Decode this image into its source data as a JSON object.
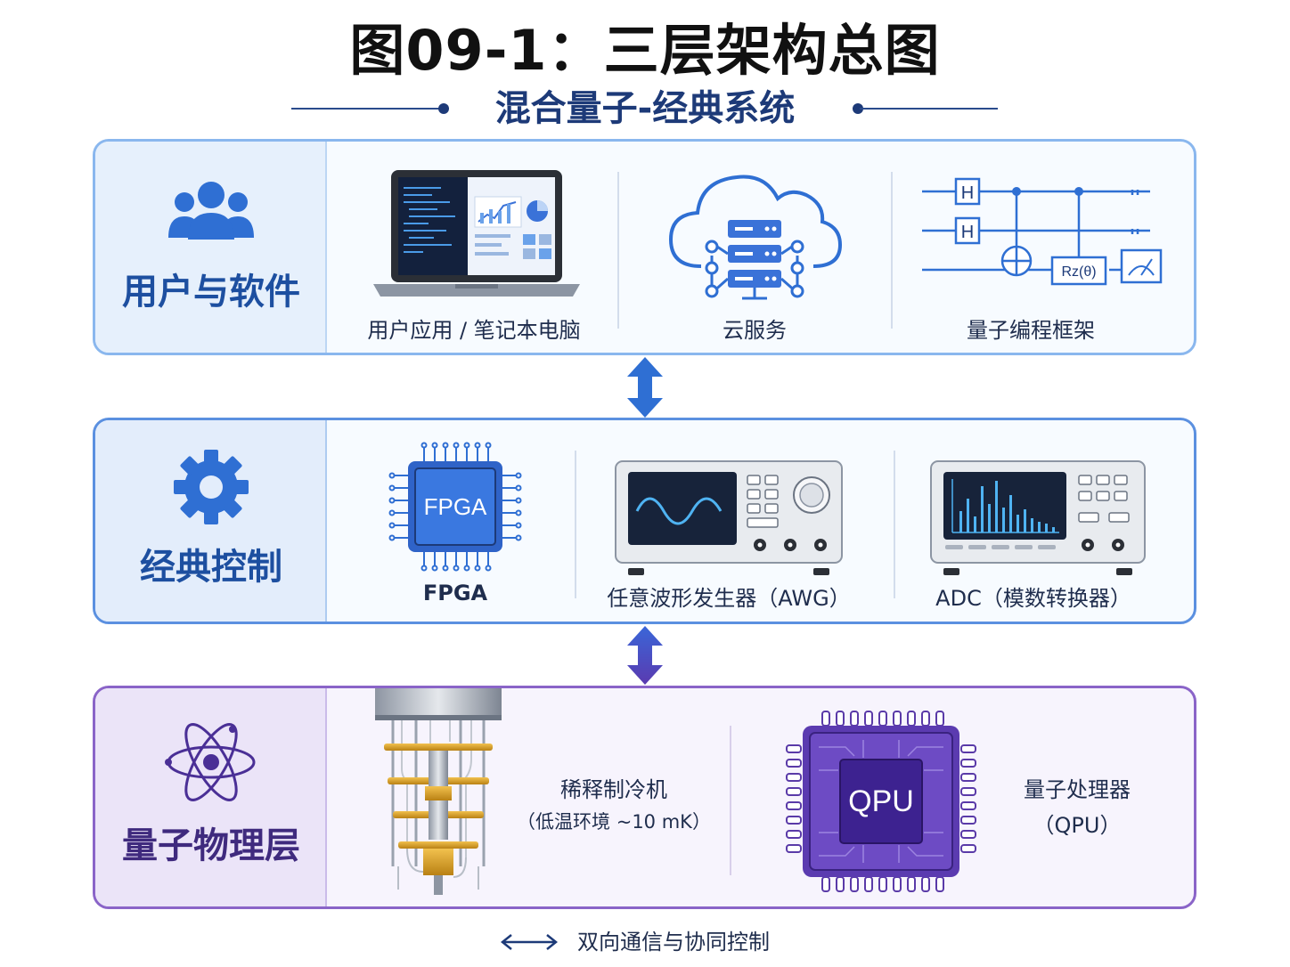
{
  "title": "图09-1：三层架构总图",
  "subtitle": "混合量子-经典系统",
  "layers": {
    "user": {
      "label": "用户与软件",
      "items": [
        {
          "caption": "用户应用 / 笔记本电脑",
          "icon": "laptop-icon"
        },
        {
          "caption": "云服务",
          "icon": "cloud-server-icon"
        },
        {
          "caption": "量子编程框架",
          "icon": "quantum-circuit-icon",
          "gates": {
            "h1": "H",
            "h2": "H",
            "rz": "Rz(θ)"
          }
        }
      ]
    },
    "control": {
      "label": "经典控制",
      "items": [
        {
          "caption": "FPGA",
          "chip_text": "FPGA",
          "icon": "fpga-chip-icon"
        },
        {
          "caption": "任意波形发生器（AWG）",
          "icon": "awg-instrument-icon"
        },
        {
          "caption": "ADC（模数转换器）",
          "icon": "adc-instrument-icon"
        }
      ]
    },
    "quantum": {
      "label": "量子物理层",
      "items": [
        {
          "caption_line1": "稀释制冷机",
          "caption_line2": "（低温环境 ~10 mK）",
          "icon": "dilution-refrigerator-icon"
        },
        {
          "caption_line1": "量子处理器",
          "caption_line2": "（QPU）",
          "chip_text": "QPU",
          "icon": "qpu-chip-icon"
        }
      ]
    }
  },
  "legend": {
    "text": "双向通信与协同控制",
    "icon": "double-arrow-icon"
  },
  "colors": {
    "user_border": "#8ab7ee",
    "control_border": "#5b90e0",
    "quantum_border": "#8a64c8",
    "blue_accent": "#3a72d8",
    "purple_accent": "#5a3aa8"
  }
}
